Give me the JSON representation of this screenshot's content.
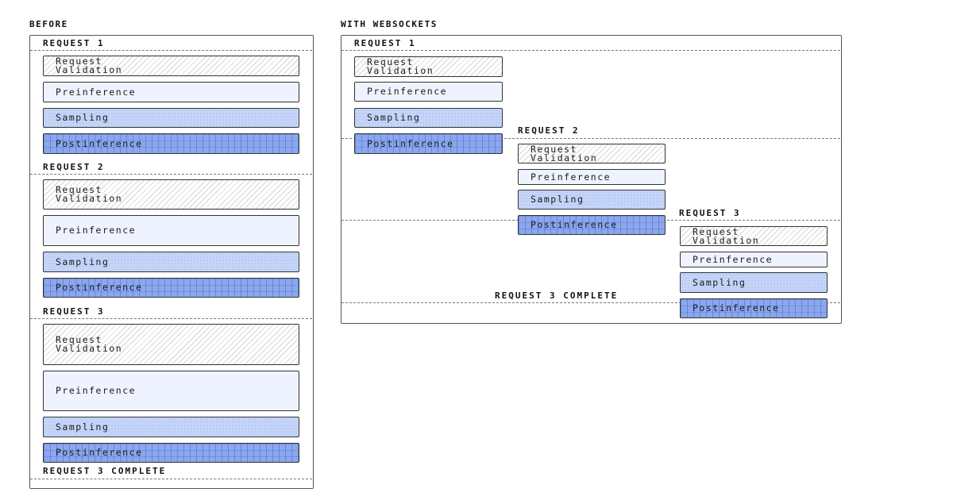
{
  "before": {
    "heading": "BEFORE",
    "requests": [
      {
        "label": "REQUEST 1",
        "stages": [
          "Request\nValidation",
          "Preinference",
          "Sampling",
          "Postinference"
        ]
      },
      {
        "label": "REQUEST 2",
        "stages": [
          "Request\nValidation",
          "Preinference",
          "Sampling",
          "Postinference"
        ]
      },
      {
        "label": "REQUEST 3",
        "stages": [
          "Request\nValidation",
          "Preinference",
          "Sampling",
          "Postinference"
        ]
      }
    ],
    "complete_label": "REQUEST 3 COMPLETE"
  },
  "websockets": {
    "heading": "WITH WEBSOCKETS",
    "requests": [
      {
        "label": "REQUEST 1",
        "stages": [
          "Request\nValidation",
          "Preinference",
          "Sampling",
          "Postinference"
        ]
      },
      {
        "label": "REQUEST 2",
        "stages": [
          "Request\nValidation",
          "Preinference",
          "Sampling",
          "Postinference"
        ]
      },
      {
        "label": "REQUEST 3",
        "stages": [
          "Request\nValidation",
          "Preinference",
          "Sampling",
          "Postinference"
        ]
      }
    ],
    "complete_label": "REQUEST 3 COMPLETE"
  },
  "colors": {
    "validation": "#ffffff",
    "preinference": "#eef3ff",
    "sampling": "#c5d5f9",
    "postinference": "#8aa7ef"
  }
}
